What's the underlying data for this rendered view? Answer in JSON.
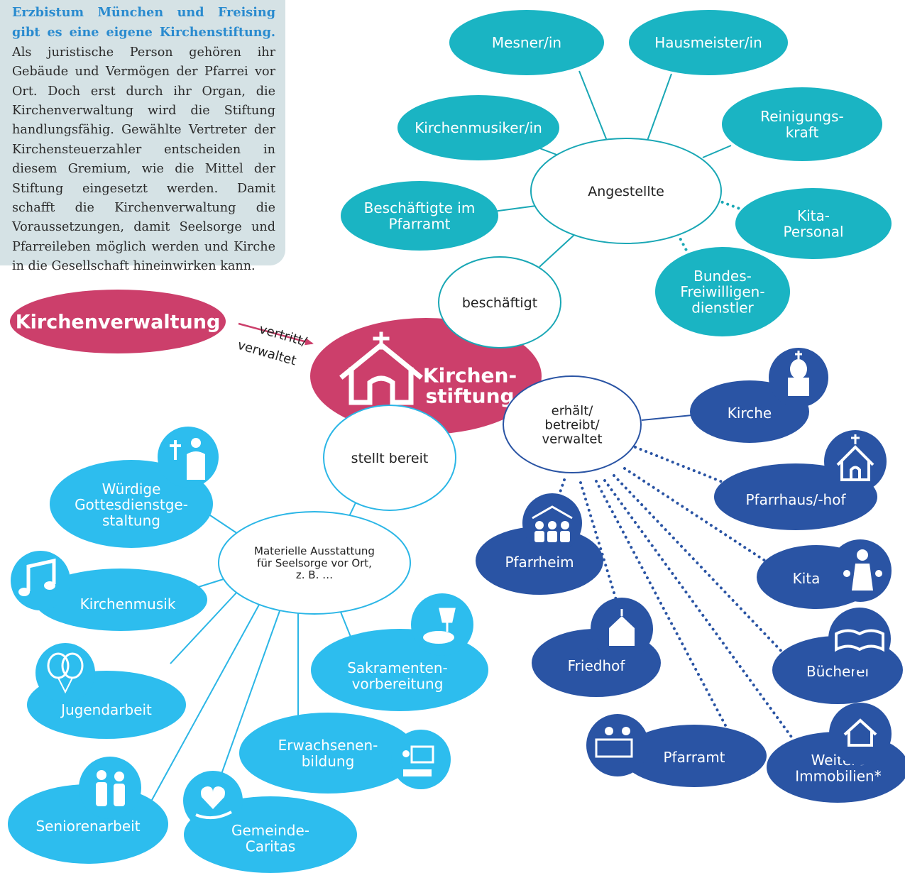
{
  "intro": {
    "lead": "Erzbistum München und Freising gibt es eine eigene Kirchenstiftung.",
    "body": "Als juristische Person gehören ihr Gebäude und Vermögen der Pfarrei vor Ort. Doch erst durch ihr Organ, die Kirchenverwaltung wird die Stiftung handlungsfähig. Gewählte Vertreter der Kirchensteuerzahler entscheiden in diesem Gremium, wie die Mittel der Stiftung eingesetzt werden. Damit schafft die Kirchenverwaltung die Voraussetzungen, damit Seelsorge und Pfarreileben möglich werden und Kirche in die Gesellschaft hineinwirken kann."
  },
  "colors": {
    "magenta": "#cc3f6b",
    "teal": "#1ab4c3",
    "sky": "#2dbdee",
    "navy": "#2a54a4",
    "hub_teal_stroke": "#19a7b5",
    "hub_sky_stroke": "#2bb6e6",
    "hub_navy_stroke": "#2a54a4"
  },
  "center": {
    "line1": "Kirchen-",
    "line2": "stiftung"
  },
  "kirchenverwaltung": {
    "label": "Kirchenverwaltung",
    "arrow_label_1": "vertritt/",
    "arrow_label_2": "verwaltet"
  },
  "hubs": {
    "beschaeftigt": "beschäftigt",
    "angestellte": "Angestellte",
    "stellt_bereit": "stellt bereit",
    "materielle": [
      "Materielle Ausstattung",
      "für Seelsorge vor Ort,",
      "z. B. …"
    ],
    "erhaelt": [
      "erhält/",
      "betreibt/",
      "verwaltet"
    ]
  },
  "staff": [
    {
      "key": "mesner",
      "lines": [
        "Mesner/in"
      ]
    },
    {
      "key": "hausmeister",
      "lines": [
        "Hausmeister/in"
      ]
    },
    {
      "key": "kirchenmusiker",
      "lines": [
        "Kirchenmusiker/in"
      ]
    },
    {
      "key": "reinigung",
      "lines": [
        "Reinigungs-",
        "kraft"
      ]
    },
    {
      "key": "pfarramt_staff",
      "lines": [
        "Beschäftigte im",
        "Pfarramt"
      ]
    },
    {
      "key": "kita_personal",
      "lines": [
        "Kita-",
        "Personal"
      ]
    },
    {
      "key": "bundesfreiwillige",
      "lines": [
        "Bundes-",
        "Freiwilligen-",
        "dienstler"
      ]
    }
  ],
  "services": [
    {
      "key": "gottesdienst",
      "icon": "priest-icon",
      "lines": [
        "Würdige",
        "Gottesdienstge-",
        "staltung"
      ]
    },
    {
      "key": "kirchenmusik",
      "icon": "music-notes-icon",
      "lines": [
        "Kirchenmusik"
      ]
    },
    {
      "key": "jugend",
      "icon": "balloons-icon",
      "lines": [
        "Jugendarbeit"
      ]
    },
    {
      "key": "sakramente",
      "icon": "chalice-bread-icon",
      "lines": [
        "Sakramenten-",
        "vorbereitung"
      ]
    },
    {
      "key": "erwachsenen",
      "icon": "presentation-icon",
      "lines": [
        "Erwachsenen-",
        "bildung"
      ]
    },
    {
      "key": "senioren",
      "icon": "elderly-couple-icon",
      "lines": [
        "Seniorenarbeit"
      ]
    },
    {
      "key": "caritas",
      "icon": "heart-hand-icon",
      "lines": [
        "Gemeinde-",
        "Caritas"
      ]
    }
  ],
  "buildings": [
    {
      "key": "kirche",
      "icon": "church-dome-icon",
      "lines": [
        "Kirche"
      ]
    },
    {
      "key": "pfarrhaus",
      "icon": "house-cross-icon",
      "lines": [
        "Pfarrhaus/-hof"
      ]
    },
    {
      "key": "pfarrheim",
      "icon": "community-icon",
      "lines": [
        "Pfarrheim"
      ]
    },
    {
      "key": "kita",
      "icon": "family-icon",
      "lines": [
        "Kita"
      ]
    },
    {
      "key": "friedhof",
      "icon": "cemetery-icon",
      "lines": [
        "Friedhof"
      ]
    },
    {
      "key": "buecherei",
      "icon": "book-icon",
      "lines": [
        "Bücherei"
      ]
    },
    {
      "key": "pfarramt",
      "icon": "office-desk-icon",
      "lines": [
        "Pfarramt"
      ]
    },
    {
      "key": "immobilien",
      "icon": "eco-house-icon",
      "lines": [
        "Weitere",
        "Immobilien*"
      ]
    }
  ]
}
